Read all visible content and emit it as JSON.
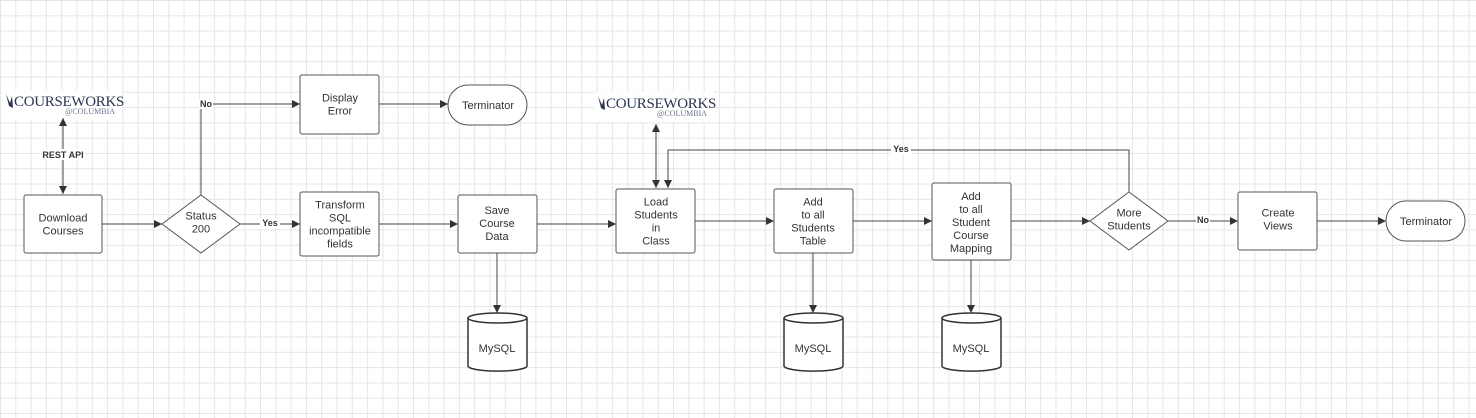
{
  "diagram": {
    "logos": [
      {
        "id": "logo-1",
        "main": "COURSEWORKS",
        "sub": "@COLUMBIA"
      },
      {
        "id": "logo-2",
        "main": "COURSEWORKS",
        "sub": "@COLUMBIA"
      }
    ],
    "nodes": [
      {
        "id": "download",
        "shape": "process",
        "lines": [
          "Download",
          "Courses"
        ]
      },
      {
        "id": "status",
        "shape": "decision",
        "lines": [
          "Status",
          "200"
        ]
      },
      {
        "id": "display-error",
        "shape": "process",
        "lines": [
          "Display",
          "Error"
        ]
      },
      {
        "id": "terminator-1",
        "shape": "terminator",
        "lines": [
          "Terminator"
        ]
      },
      {
        "id": "transform",
        "shape": "process",
        "lines": [
          "Transform",
          "SQL",
          "incompatible",
          "fields"
        ]
      },
      {
        "id": "save-course",
        "shape": "process",
        "lines": [
          "Save",
          "Course",
          "Data"
        ]
      },
      {
        "id": "load-students",
        "shape": "process",
        "lines": [
          "Load",
          "Students",
          "in",
          "Class"
        ]
      },
      {
        "id": "add-students",
        "shape": "process",
        "lines": [
          "Add",
          "to all",
          "Students",
          "Table"
        ]
      },
      {
        "id": "add-mapping",
        "shape": "process",
        "lines": [
          "Add",
          "to all",
          "Student",
          "Course",
          "Mapping"
        ]
      },
      {
        "id": "more-students",
        "shape": "decision",
        "lines": [
          "More",
          "Students"
        ]
      },
      {
        "id": "create-views",
        "shape": "process",
        "lines": [
          "Create",
          "Views"
        ]
      },
      {
        "id": "terminator-2",
        "shape": "terminator",
        "lines": [
          "Terminator"
        ]
      },
      {
        "id": "mysql-1",
        "shape": "database",
        "lines": [
          "MySQL"
        ]
      },
      {
        "id": "mysql-2",
        "shape": "database",
        "lines": [
          "MySQL"
        ]
      },
      {
        "id": "mysql-3",
        "shape": "database",
        "lines": [
          "MySQL"
        ]
      }
    ],
    "edge_labels": {
      "rest_api": "REST API",
      "status_no": "No",
      "status_yes": "Yes",
      "more_yes": "Yes",
      "more_no": "No"
    }
  }
}
